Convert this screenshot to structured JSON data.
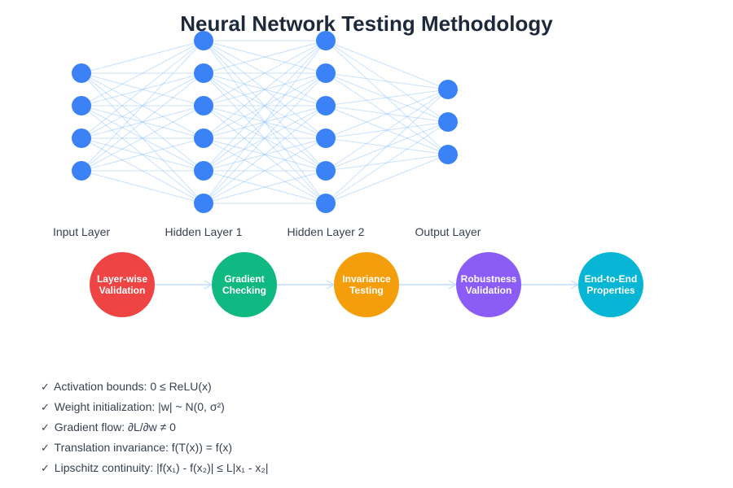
{
  "title": "Neural Network Testing Methodology",
  "colors": {
    "node": "#3b82f6",
    "edge": "#93c5fd",
    "arrow": "#bfdbfe",
    "title": "#1e293b",
    "text": "#374151"
  },
  "network": {
    "layers": [
      {
        "label": "Input Layer",
        "neurons": 4
      },
      {
        "label": "Hidden Layer 1",
        "neurons": 6
      },
      {
        "label": "Hidden Layer 2",
        "neurons": 6
      },
      {
        "label": "Output Layer",
        "neurons": 3
      }
    ],
    "connectivity": "fully-connected"
  },
  "pipeline": {
    "stages": [
      {
        "label_lines": [
          "Layer-wise",
          "Validation"
        ],
        "color": "#ef4444"
      },
      {
        "label_lines": [
          "Gradient",
          "Checking"
        ],
        "color": "#10b981"
      },
      {
        "label_lines": [
          "Invariance",
          "Testing"
        ],
        "color": "#f59e0b"
      },
      {
        "label_lines": [
          "Robustness",
          "Validation"
        ],
        "color": "#8b5cf6"
      },
      {
        "label_lines": [
          "End-to-End",
          "Properties"
        ],
        "color": "#06b6d4"
      }
    ]
  },
  "checklist": {
    "check_symbol": "✓",
    "items": [
      "Activation bounds: 0 ≤ ReLU(x)",
      "Weight initialization: |w| ~ N(0, σ²)",
      "Gradient flow: ∂L/∂w ≠ 0",
      "Translation invariance: f(T(x)) = f(x)",
      "Lipschitz continuity: |f(x₁) - f(x₂)| ≤ L|x₁ - x₂|"
    ]
  }
}
